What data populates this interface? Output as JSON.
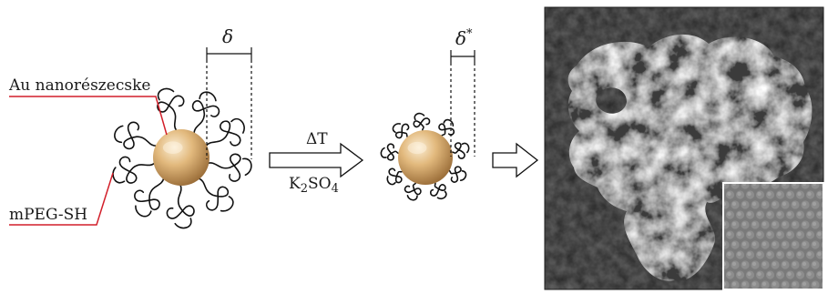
{
  "labels": {
    "nanoparticle": "Au nanorészecske",
    "ligand": "mPEG-SH",
    "delta": "δ",
    "delta_star_base": "δ",
    "delta_star_sup": "*",
    "delta_T": "ΔT",
    "salt_K": "K",
    "salt_k_sub": "2",
    "salt_so": "SO",
    "salt_so_sub": "4"
  },
  "colors": {
    "gold_light": "#f6dfb8",
    "gold_mid": "#d9ac6c",
    "gold_dark": "#9c6f3a",
    "leader_line": "#d21f2a",
    "ink": "#111111"
  },
  "icons": {
    "arrow": "hollow-right-arrow",
    "ligand": "polymer-coil-icon"
  }
}
